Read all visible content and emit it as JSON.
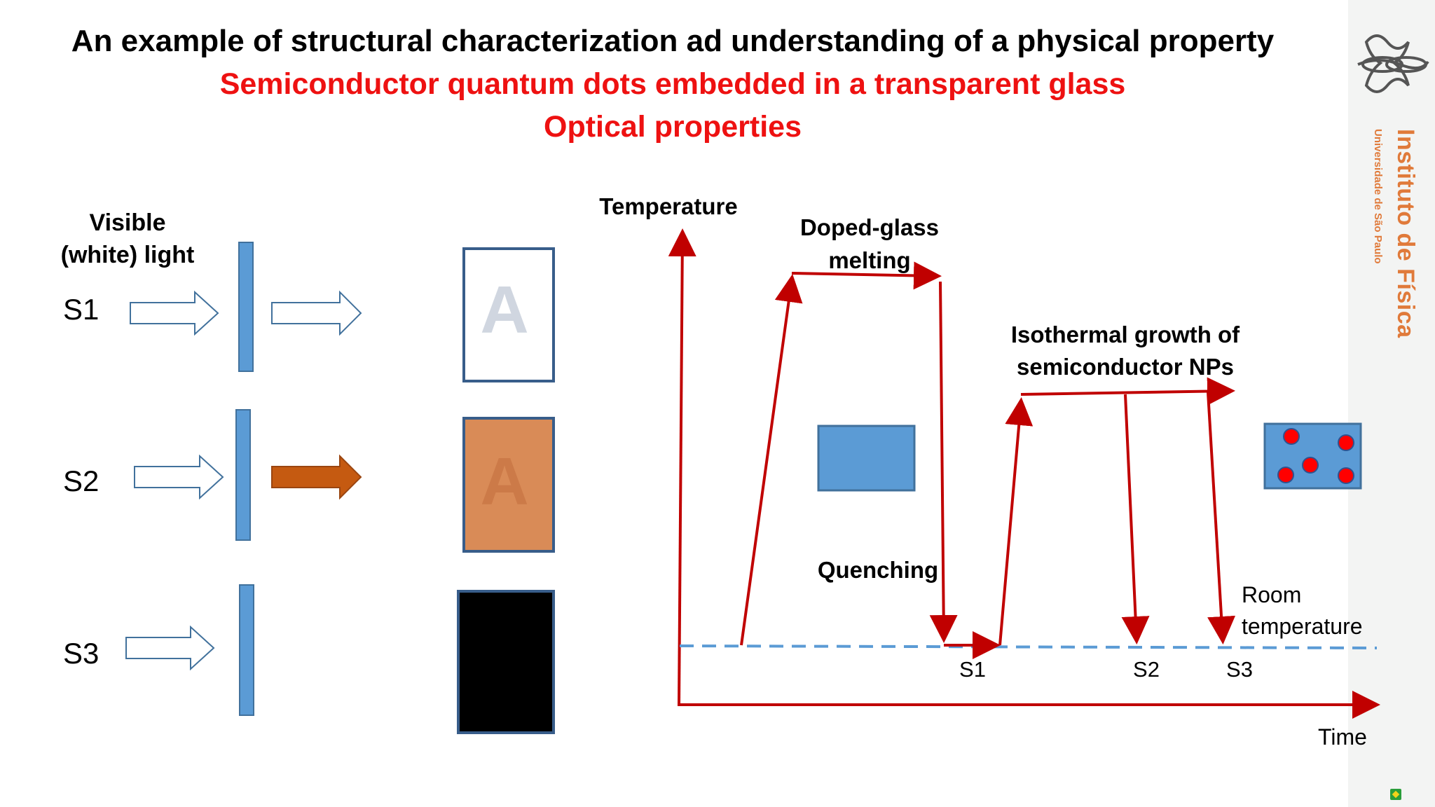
{
  "slide": {
    "title": "An example of structural characterization ad understanding of a physical property",
    "subtitle": "Semiconductor quantum dots embedded in a transparent glass",
    "subtitle2": "Optical properties"
  },
  "left_panel": {
    "light_label_line1": "Visible",
    "light_label_line2": "(white) light",
    "samples": [
      {
        "label": "S1",
        "transmitted": "white",
        "appearance_letter": "A"
      },
      {
        "label": "S2",
        "transmitted": "orange",
        "appearance_letter": "A"
      },
      {
        "label": "S3",
        "transmitted": "none",
        "appearance_letter": ""
      }
    ]
  },
  "process_diagram": {
    "y_axis_label": "Temperature",
    "x_axis_label": "Time",
    "melting_label_line1": "Doped-glass",
    "melting_label_line2": "melting",
    "quenching_label": "Quenching",
    "growth_label_line1": "Isothermal growth of",
    "growth_label_line2": "semiconductor NPs",
    "room_temp_line1": "Room",
    "room_temp_line2": "temperature",
    "sample_points": [
      "S1",
      "S2",
      "S3"
    ]
  },
  "logo": {
    "institute": "Instituto de Física",
    "university": "Universidade de São Paulo"
  },
  "colors": {
    "red_arrow": "#c00000",
    "blue_bar": "#5b9bd5",
    "orange": "#c55a11",
    "orange_fill": "#d98b57",
    "dashed": "#5b9bd5",
    "title_red": "#ee1111",
    "logo_orange": "#e07a3a"
  }
}
